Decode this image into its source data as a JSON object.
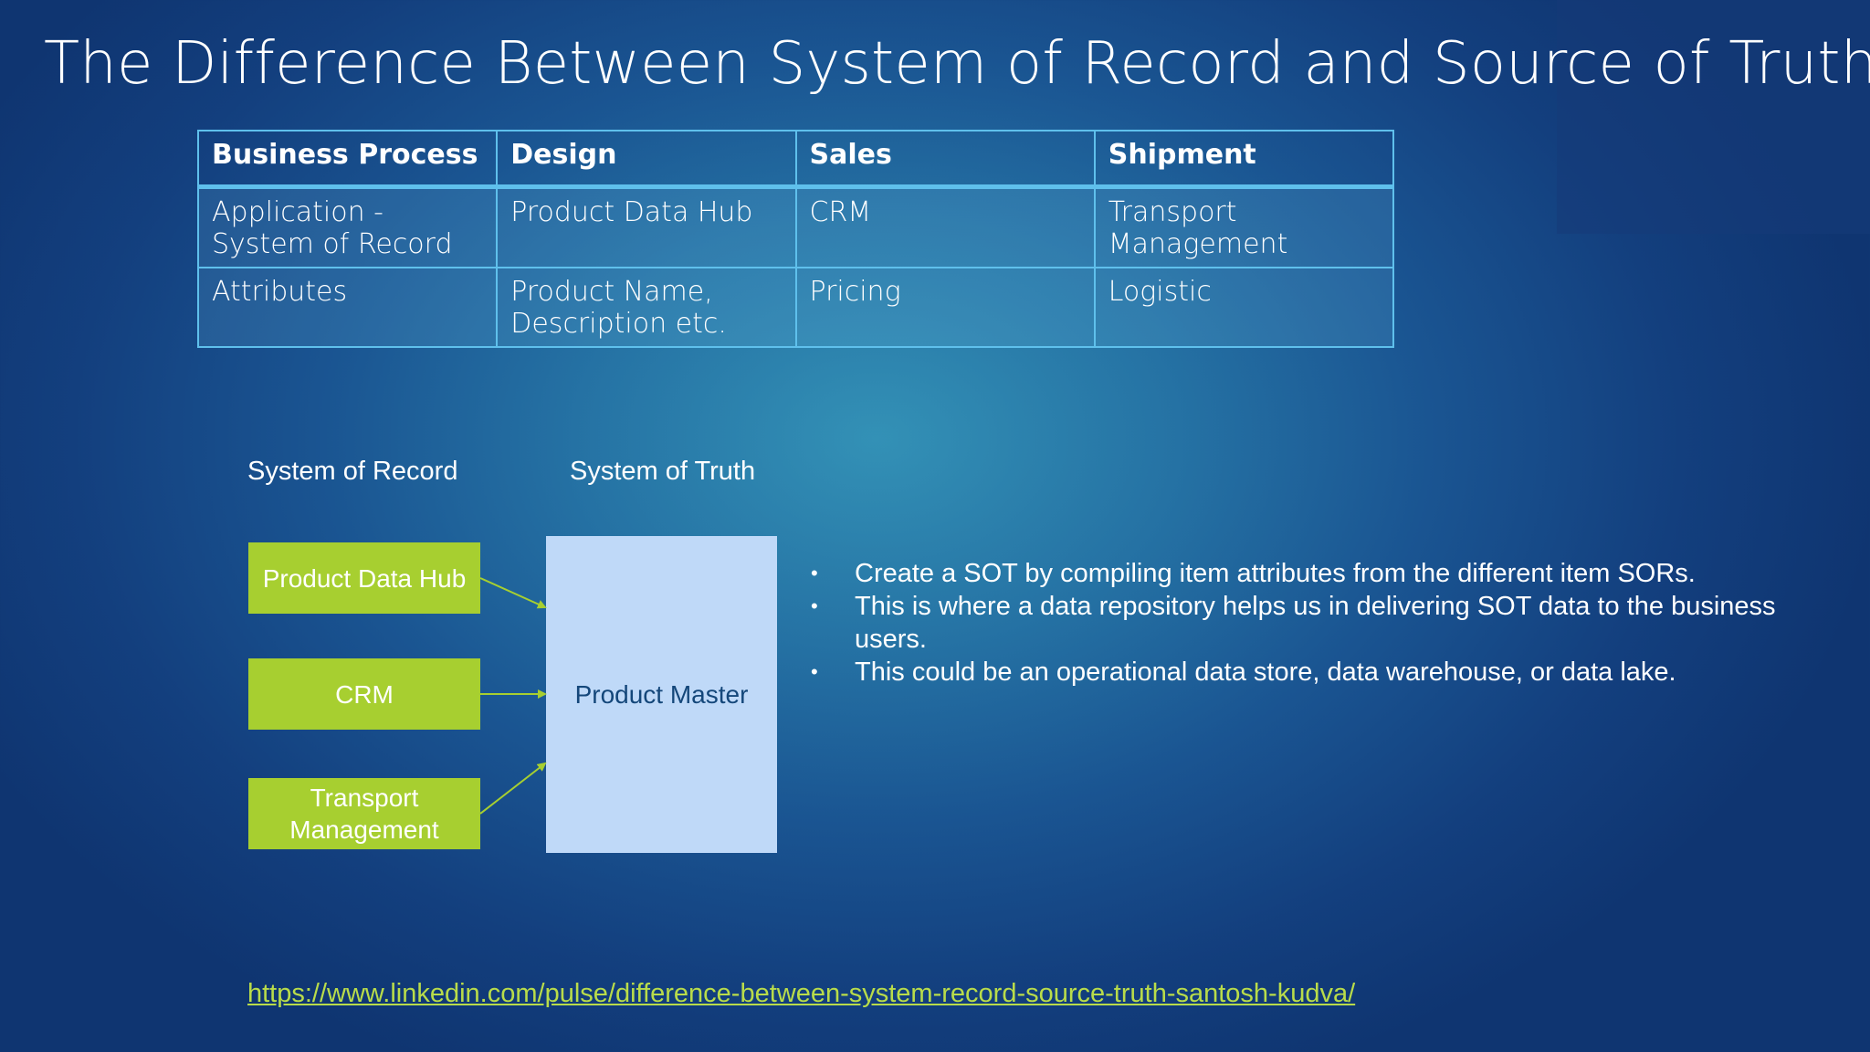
{
  "slide": {
    "title": "The Difference Between System of Record and Source of Truth"
  },
  "table": {
    "headers": [
      "Business Process",
      "Design",
      "Sales",
      "Shipment"
    ],
    "rows": [
      [
        "Application - System of Record",
        "Product Data Hub",
        "CRM",
        "Transport Management"
      ],
      [
        "Attributes",
        "Product Name, Description etc.",
        "Pricing",
        "Logistic"
      ]
    ]
  },
  "diagram": {
    "sor_heading": "System of Record",
    "sot_heading": "System of Truth",
    "sor_boxes": [
      "Product Data Hub",
      "CRM",
      "Transport Management"
    ],
    "master_label": "Product Master",
    "colors": {
      "sor_box": "#a7cf30",
      "master_box": "#bfd9f8",
      "arrow": "#a7cf30"
    }
  },
  "bullets": [
    "Create a SOT by compiling item attributes from the different item SORs.",
    "This is where a data repository helps us in delivering SOT data to the business users.",
    "This could be an operational data store, data warehouse, or data lake."
  ],
  "bullet_symbol": "•",
  "link": {
    "text": "https://www.linkedin.com/pulse/difference-between-system-record-source-truth-santosh-kudva/"
  }
}
